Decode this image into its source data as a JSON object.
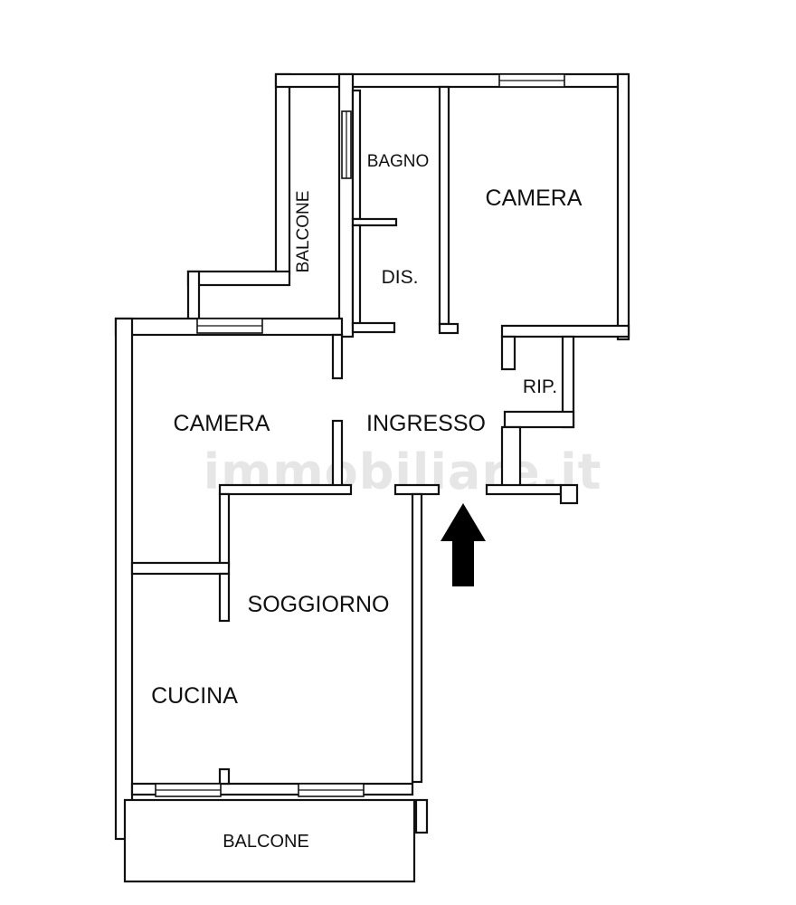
{
  "watermark": "immobiliare.it",
  "entrance_arrow_icon": "arrow-up-icon",
  "colors": {
    "line": "#111111",
    "watermark": "#e6e6e6",
    "arrow": "#000000"
  },
  "rooms": {
    "bagno": "BAGNO",
    "camera_top": "CAMERA",
    "balcone_side": "BALCONE",
    "dis": "DIS.",
    "rip": "RIP.",
    "camera_left": "CAMERA",
    "ingresso": "INGRESSO",
    "soggiorno": "SOGGIORNO",
    "cucina": "CUCINA",
    "balcone_bottom": "BALCONE"
  }
}
